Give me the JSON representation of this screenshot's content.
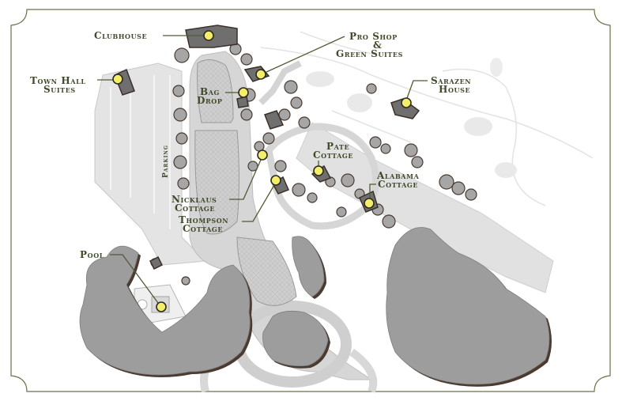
{
  "map": {
    "labels": {
      "clubhouse": "Clubhouse",
      "pro_shop_1": "Pro Shop",
      "pro_shop_2": "&",
      "pro_shop_3": "Green Suites",
      "town_hall_1": "Town Hall",
      "town_hall_2": "Suites",
      "bag_drop_1": "Bag",
      "bag_drop_2": "Drop",
      "sarazen_1": "Sarazen",
      "sarazen_2": "House",
      "parking": "Parking",
      "pate_1": "Pate",
      "pate_2": "Cottage",
      "alabama_1": "Alabama",
      "alabama_2": "Cottage",
      "nicklaus_1": "Nicklaus",
      "nicklaus_2": "Cottage",
      "thompson_1": "Thompson",
      "thompson_2": "Cottage",
      "pool": "Pool"
    },
    "colors": {
      "frame": "#6b7049",
      "label_text": "#3f4a2a",
      "marker_fill": "#f4ee6a",
      "tree_fill": "#9d9d9d",
      "tree_shadow": "#4a3a30",
      "building": "#6f6f6f",
      "road": "#d6d6d6"
    }
  }
}
